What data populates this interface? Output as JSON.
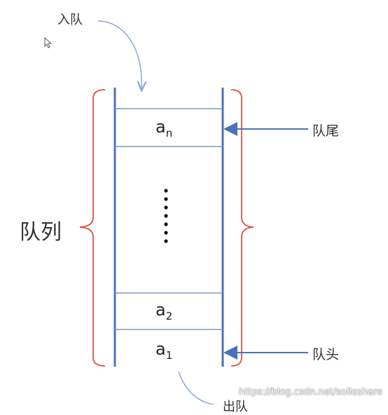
{
  "labels": {
    "enqueue": "入队",
    "queue": "队列",
    "tail": "队尾",
    "head": "队头",
    "dequeue": "出队"
  },
  "cells": {
    "top": {
      "base": "a",
      "sub": "n"
    },
    "dots": "⋮",
    "second": {
      "base": "a",
      "sub": "2"
    },
    "first": {
      "base": "a",
      "sub": "1"
    }
  },
  "watermark": "https://blog.csdn.net/solleshare",
  "colors": {
    "queue_wall": "#4a72b8",
    "cell_line": "#7f96c4",
    "brace": "#e0503c",
    "arrow": "#4a72b8",
    "curve_arrow": "#8aa8d8"
  },
  "icons": {
    "cursor": "mouse-pointer-icon"
  }
}
